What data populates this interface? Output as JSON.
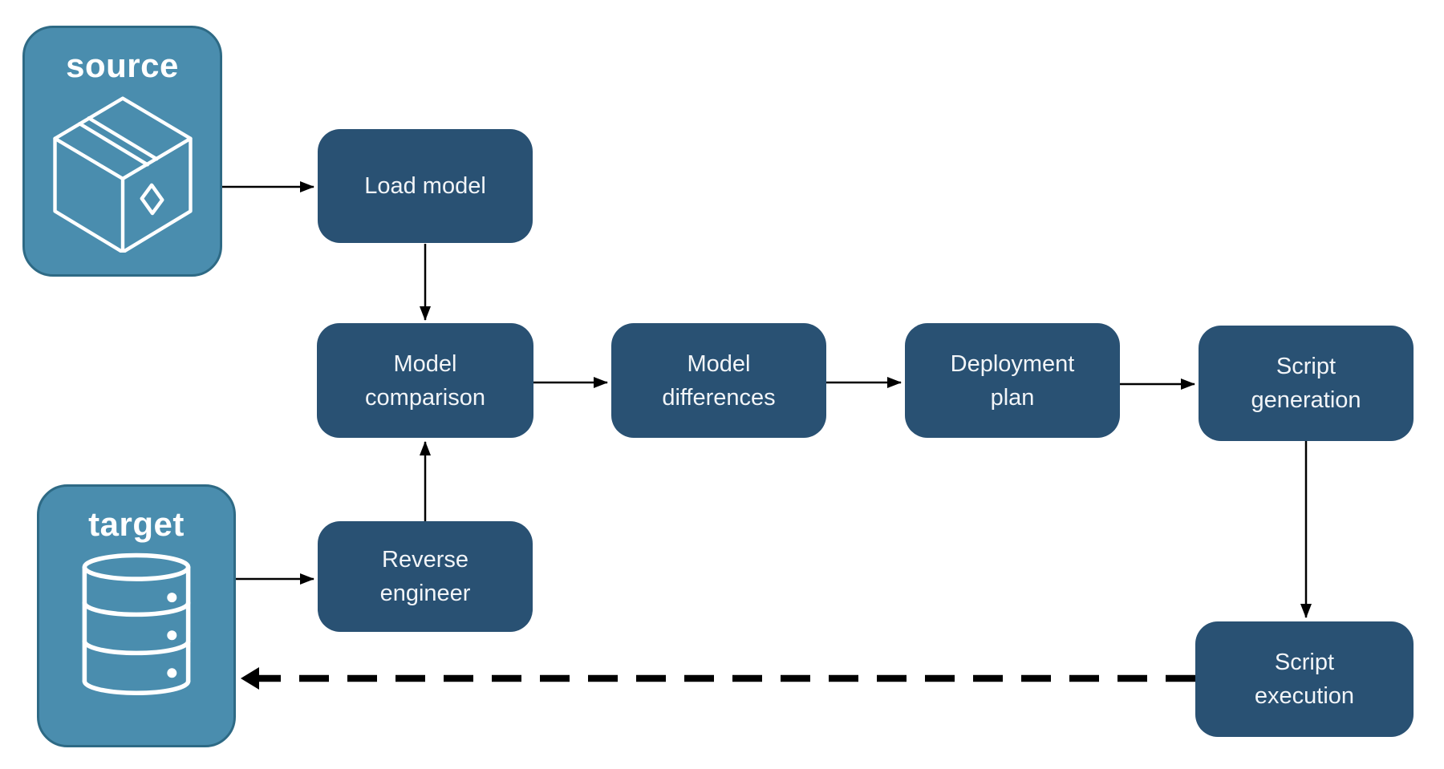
{
  "diagram": {
    "source": {
      "label": "source",
      "icon": "package-icon"
    },
    "target": {
      "label": "target",
      "icon": "database-icon"
    },
    "nodes": {
      "load_model": {
        "label": "Load model"
      },
      "model_comparison": {
        "label": "Model comparison"
      },
      "model_differences": {
        "label": "Model differences"
      },
      "deployment_plan": {
        "label": "Deployment plan"
      },
      "script_generation": {
        "label": "Script generation"
      },
      "reverse_engineer": {
        "label": "Reverse engineer"
      },
      "script_execution": {
        "label": "Script execution"
      }
    },
    "edges": [
      {
        "from": "source",
        "to": "Load model",
        "style": "solid"
      },
      {
        "from": "Load model",
        "to": "Model comparison",
        "style": "solid"
      },
      {
        "from": "Model comparison",
        "to": "Model differences",
        "style": "solid"
      },
      {
        "from": "Model differences",
        "to": "Deployment plan",
        "style": "solid"
      },
      {
        "from": "Deployment plan",
        "to": "Script generation",
        "style": "solid"
      },
      {
        "from": "Script generation",
        "to": "Script execution",
        "style": "solid"
      },
      {
        "from": "target",
        "to": "Reverse engineer",
        "style": "solid"
      },
      {
        "from": "Reverse engineer",
        "to": "Model comparison",
        "style": "solid"
      },
      {
        "from": "Script execution",
        "to": "target",
        "style": "dashed"
      }
    ],
    "colors": {
      "endpoint_fill": "#4A8DAE",
      "endpoint_border": "#2E6A85",
      "node_fill": "#295173",
      "node_text": "#F2F5F8",
      "arrow": "#000000",
      "background": "#FFFFFF"
    }
  }
}
